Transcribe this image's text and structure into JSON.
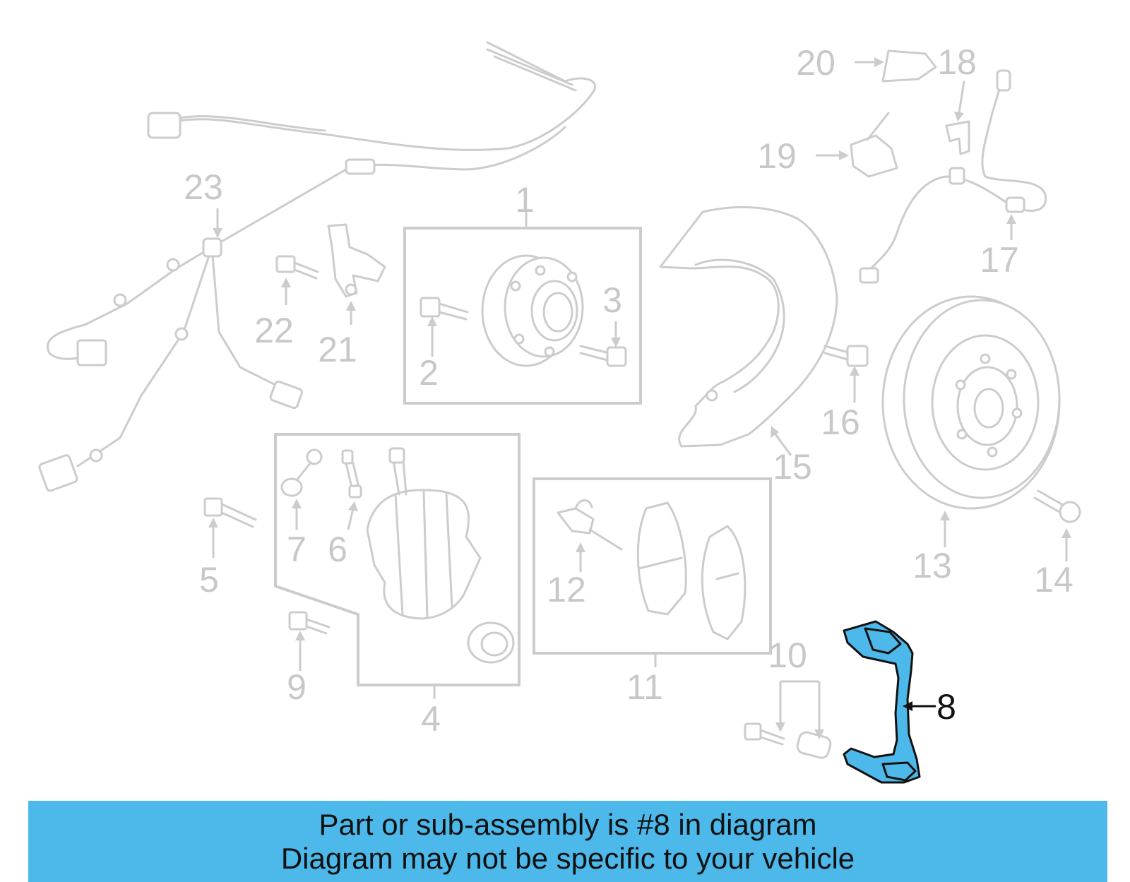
{
  "callouts": {
    "c1": "1",
    "c2": "2",
    "c3": "3",
    "c4": "4",
    "c5": "5",
    "c6": "6",
    "c7": "7",
    "c8": "8",
    "c9": "9",
    "c10": "10",
    "c11": "11",
    "c12": "12",
    "c13": "13",
    "c14": "14",
    "c15": "15",
    "c16": "16",
    "c17": "17",
    "c18": "18",
    "c19": "19",
    "c20": "20",
    "c21": "21",
    "c22": "22",
    "c23": "23"
  },
  "highlight": {
    "part_number": "8",
    "color": "#4db8ea"
  },
  "banner": {
    "line1": "Part or sub-assembly is #8 in diagram",
    "line2": "Diagram may not be specific to your vehicle",
    "background": "#4db8ea"
  }
}
